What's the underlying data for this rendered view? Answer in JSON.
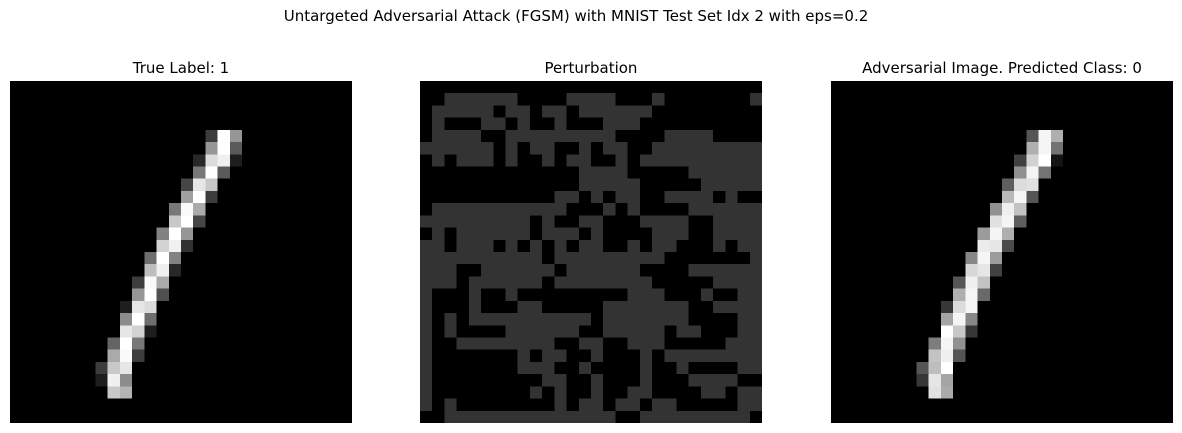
{
  "figure": {
    "suptitle": "Untargeted Adversarial Attack (FGSM) with MNIST Test Set Idx 2 with eps=0.2",
    "panels": [
      {
        "title": "True Label: 1",
        "image": "original-digit-one"
      },
      {
        "title": "Perturbation",
        "image": "fgsm-perturbation-sign-pattern"
      },
      {
        "title": "Adversarial Image. Predicted Class: 0",
        "image": "adversarial-digit-one"
      }
    ]
  },
  "colors": {
    "background": "#000000",
    "perturbation_positive": "#333333",
    "stroke": "#ffffff"
  }
}
